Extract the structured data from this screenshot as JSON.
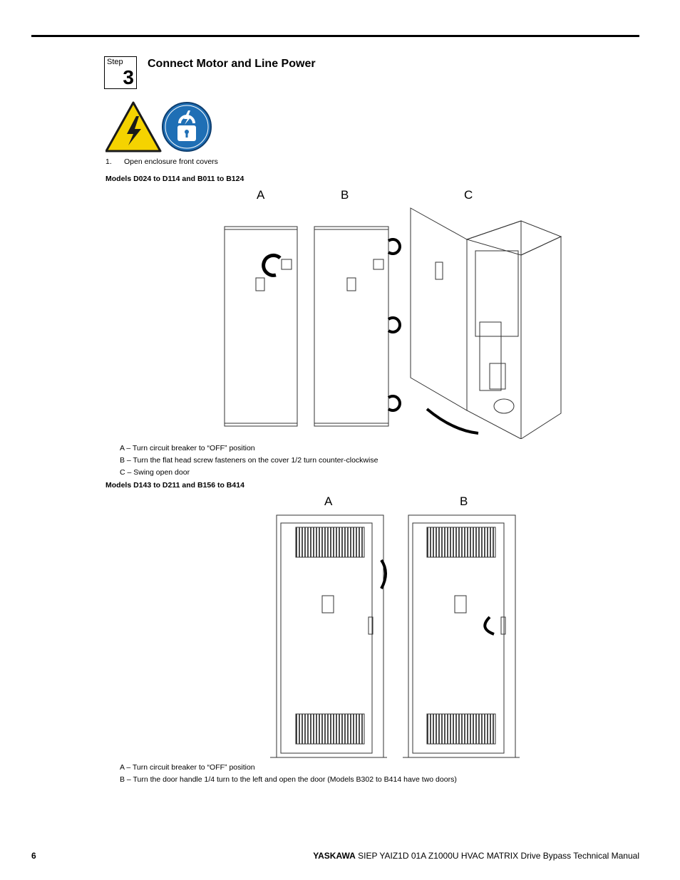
{
  "step": {
    "word": "Step",
    "number": "3",
    "title": "Connect Motor and Line Power"
  },
  "instruction": {
    "number": "1.",
    "text": "Open enclosure front covers"
  },
  "section1": {
    "heading": "Models D024 to D114 and B011 to B124",
    "labels": [
      "A",
      "B",
      "C"
    ],
    "captions": [
      "A – Turn circuit breaker to “OFF” position",
      "B – Turn the flat head screw fasteners on the cover 1/2 turn counter-clockwise",
      "C – Swing open door"
    ]
  },
  "section2": {
    "heading": "Models D143 to D211 and B156 to B414",
    "labels": [
      "A",
      "B"
    ],
    "captions": [
      "A – Turn circuit breaker to “OFF” position",
      "B – Turn the door handle 1/4 turn to the left and open the door (Models B302 to B414 have two doors)"
    ]
  },
  "footer": {
    "page": "6",
    "brand": "YASKAWA",
    "title": "SIEP YAIZ1D 01A Z1000U HVAC MATRIX Drive Bypass Technical Manual"
  },
  "colors": {
    "warning_yellow": "#f5d300",
    "mandatory_blue": "#1f6fb5"
  }
}
